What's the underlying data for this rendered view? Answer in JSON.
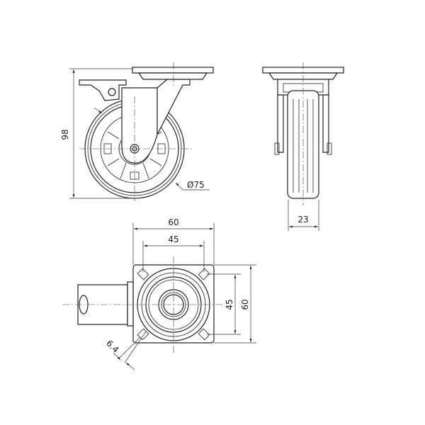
{
  "drawing": {
    "side_view": {
      "height_label": "98",
      "diameter_label": "Ø75"
    },
    "front_view": {
      "width_label": "23"
    },
    "top_view": {
      "plate_width_label": "60",
      "hole_spacing_x_label": "45",
      "hole_spacing_y_label": "45",
      "plate_height_label": "60",
      "hole_diameter_label": "6.4"
    }
  }
}
